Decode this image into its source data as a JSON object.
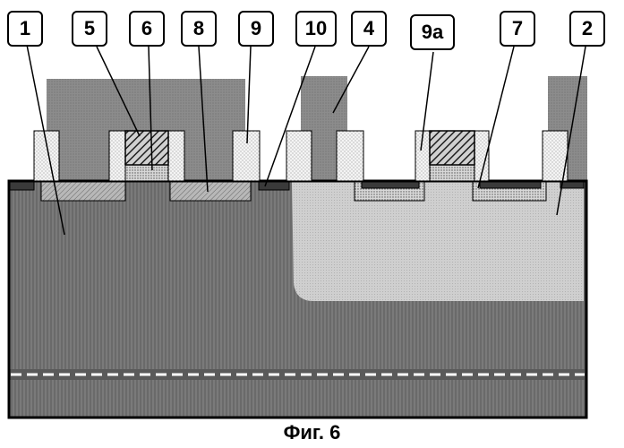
{
  "figure": {
    "caption": "Фиг. 6",
    "labels": {
      "l1": "1",
      "l5": "5",
      "l6": "6",
      "l8": "8",
      "l9": "9",
      "l10": "10",
      "l4": "4",
      "l9a": "9a",
      "l7": "7",
      "l2": "2"
    }
  },
  "colors": {
    "substrate_dark": "#6e6e6e",
    "substrate_light": "#c8c8c8",
    "upper_layer": "#8c8c8c",
    "outline": "#000000",
    "hatch": "#1e1e1e"
  }
}
